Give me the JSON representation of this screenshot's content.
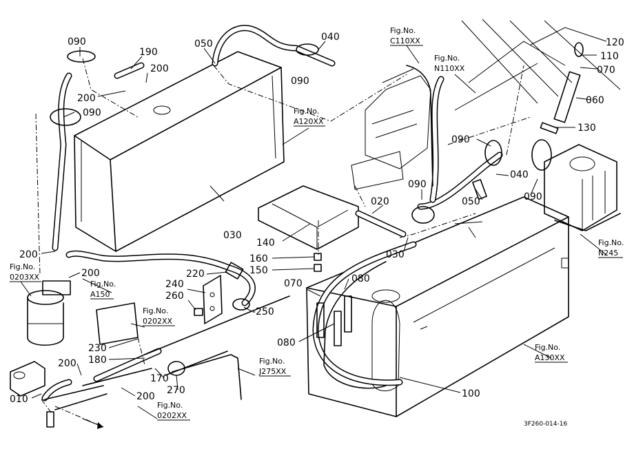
{
  "labels": {
    "p090a": "090",
    "p190": "190",
    "p050a": "050",
    "p040a": "040",
    "p200a": "200",
    "p200b": "200",
    "p090b": "090",
    "p090c": "090",
    "p120": "120",
    "p110": "110",
    "p070a": "070",
    "p060": "060",
    "p130": "130",
    "p090d": "090",
    "p040b": "040",
    "p090e": "090",
    "p050b": "050",
    "p020": "020",
    "p090f": "090",
    "p030a": "030",
    "p140": "140",
    "p030b": "030",
    "p160": "160",
    "p150": "150",
    "p200c": "200",
    "p200d": "200",
    "p220": "220",
    "p240": "240",
    "p260": "260",
    "p250": "-250",
    "p070b": "070",
    "p080a": "080",
    "p080b": "080",
    "p230": "230",
    "p180": "180",
    "p200e": "200",
    "p170": "170",
    "p270": "270",
    "p010": "010",
    "p200f": "200",
    "p100": "100"
  },
  "figrefs": {
    "c110": [
      "Fig.No.",
      "C110XX"
    ],
    "n110": [
      "Fig.No.",
      "N110XX"
    ],
    "a120": [
      "Fig.No.",
      "A120XX"
    ],
    "n245": [
      "Fig.No.",
      "N245"
    ],
    "f0203": [
      "Fig.No.",
      "0203XX"
    ],
    "a150": [
      "Fig.No.",
      "A150"
    ],
    "f0202a": [
      "Fig.No.",
      "0202XX"
    ],
    "j275": [
      "Fig.No.",
      "J275XX"
    ],
    "a130": [
      "Fig.No.",
      "A130XX"
    ],
    "f0202b": [
      "Fig.No.",
      "0202XX"
    ]
  },
  "drawing_code": "3F260-014-16"
}
